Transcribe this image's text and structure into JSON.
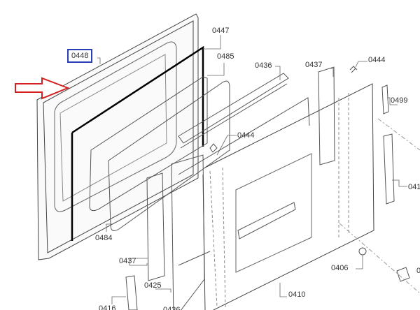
{
  "highlight_color": "#2b3fb8",
  "arrow_color": "#d42020",
  "arrow_icon": "right-arrow-outline",
  "highlighted_part": "0448",
  "labels": {
    "l0448": "0448",
    "l0447": "0447",
    "l0485": "0485",
    "l0436a": "0436",
    "l0437a": "0437",
    "l0444a": "0444",
    "l0499": "0499",
    "l0444b": "0444",
    "l0484": "0484",
    "l0437b": "0437",
    "l0425": "0425",
    "l0406": "0406",
    "l0410": "0410",
    "l0416": "0416",
    "l0436b": "0436",
    "l041x": "041",
    "l0x": "0"
  }
}
